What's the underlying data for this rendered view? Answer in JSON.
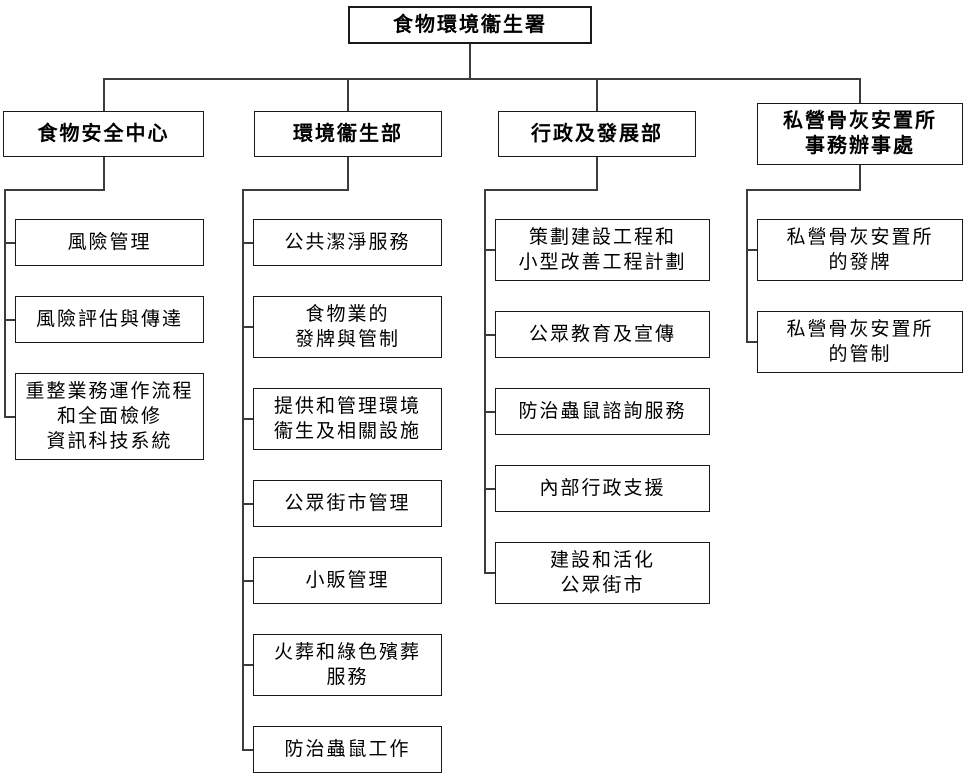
{
  "diagram": {
    "root": {
      "label": "食物環境衞生署"
    },
    "columns": [
      {
        "title": [
          "食物安全中心"
        ],
        "children": [
          [
            "風險管理"
          ],
          [
            "風險評估與傳達"
          ],
          [
            "重整業務運作流程",
            "和全面檢修",
            "資訊科技系統"
          ]
        ]
      },
      {
        "title": [
          "環境衞生部"
        ],
        "children": [
          [
            "公共潔淨服務"
          ],
          [
            "食物業的",
            "發牌與管制"
          ],
          [
            "提供和管理環境",
            "衞生及相關設施"
          ],
          [
            "公眾街市管理"
          ],
          [
            "小販管理"
          ],
          [
            "火葬和綠色殯葬",
            "服務"
          ],
          [
            "防治蟲鼠工作"
          ]
        ]
      },
      {
        "title": [
          "行政及發展部"
        ],
        "children": [
          [
            "策劃建設工程和",
            "小型改善工程計劃"
          ],
          [
            "公眾教育及宣傳"
          ],
          [
            "防治蟲鼠諮詢服務"
          ],
          [
            "內部行政支援"
          ],
          [
            "建設和活化",
            "公眾街市"
          ]
        ]
      },
      {
        "title": [
          "私營骨灰安置所",
          "事務辦事處"
        ],
        "children": [
          [
            "私營骨灰安置所",
            "的發牌"
          ],
          [
            "私營骨灰安置所",
            "的管制"
          ]
        ]
      }
    ],
    "colors": {
      "line": "#3c3c3c",
      "border": "#1a1a1a",
      "background": "#ffffff",
      "text": "#000000"
    }
  }
}
